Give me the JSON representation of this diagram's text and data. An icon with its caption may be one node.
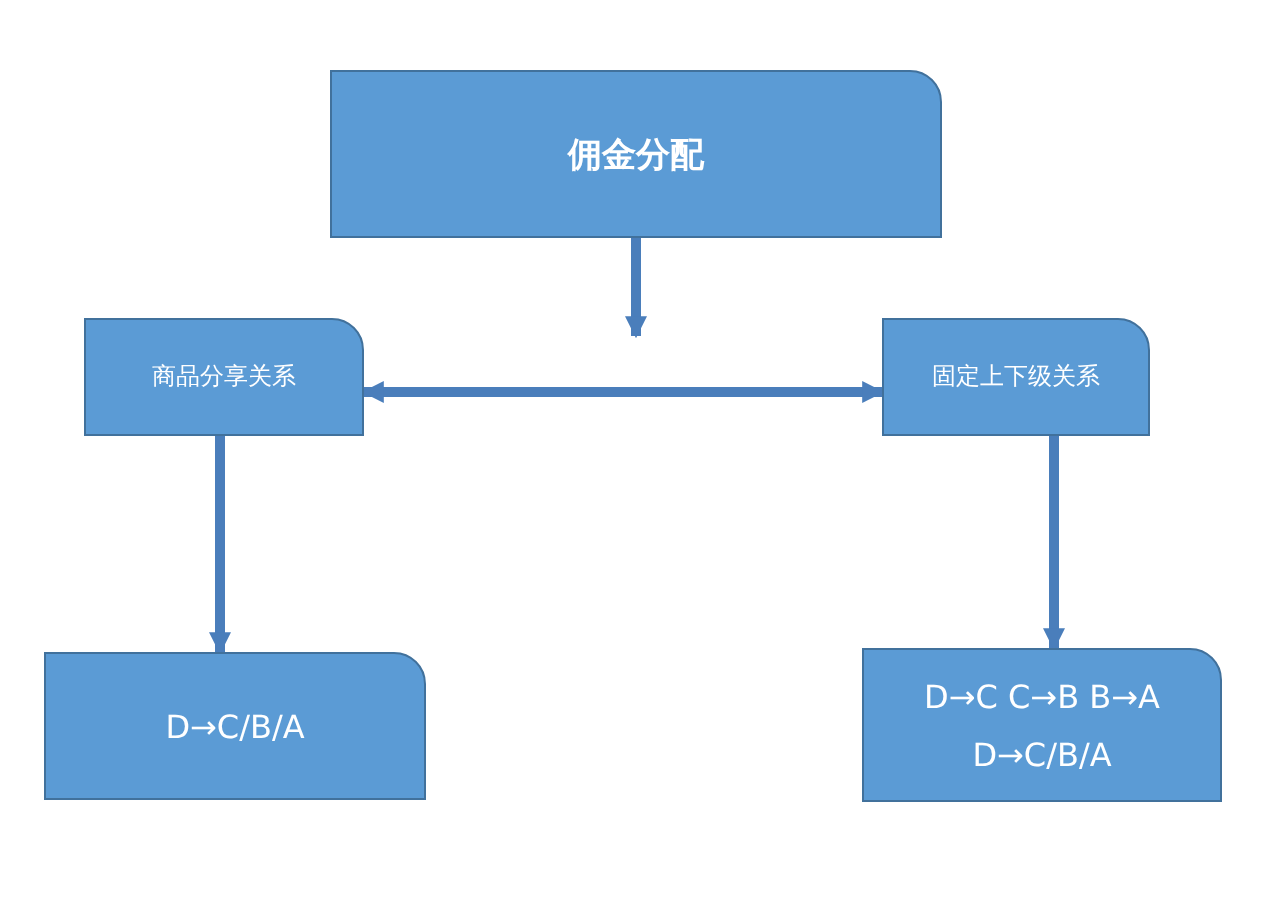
{
  "diagram": {
    "nodes": [
      {
        "text": [
          "佣金分配"
        ]
      },
      {
        "text": [
          "商品分享关系"
        ]
      },
      {
        "text": [
          "固定上下级关系"
        ]
      },
      {
        "text": [
          "D→C/B/A"
        ]
      },
      {
        "text": [
          "D→C C→B B→A",
          "D→C/B/A"
        ]
      }
    ],
    "edges": [
      {
        "from": 0,
        "to": null,
        "arrow": "to"
      },
      {
        "from": 1,
        "to": 2,
        "arrow": "both"
      },
      {
        "from": 1,
        "to": 3,
        "arrow": "to"
      },
      {
        "from": 2,
        "to": 4,
        "arrow": "to"
      }
    ]
  }
}
